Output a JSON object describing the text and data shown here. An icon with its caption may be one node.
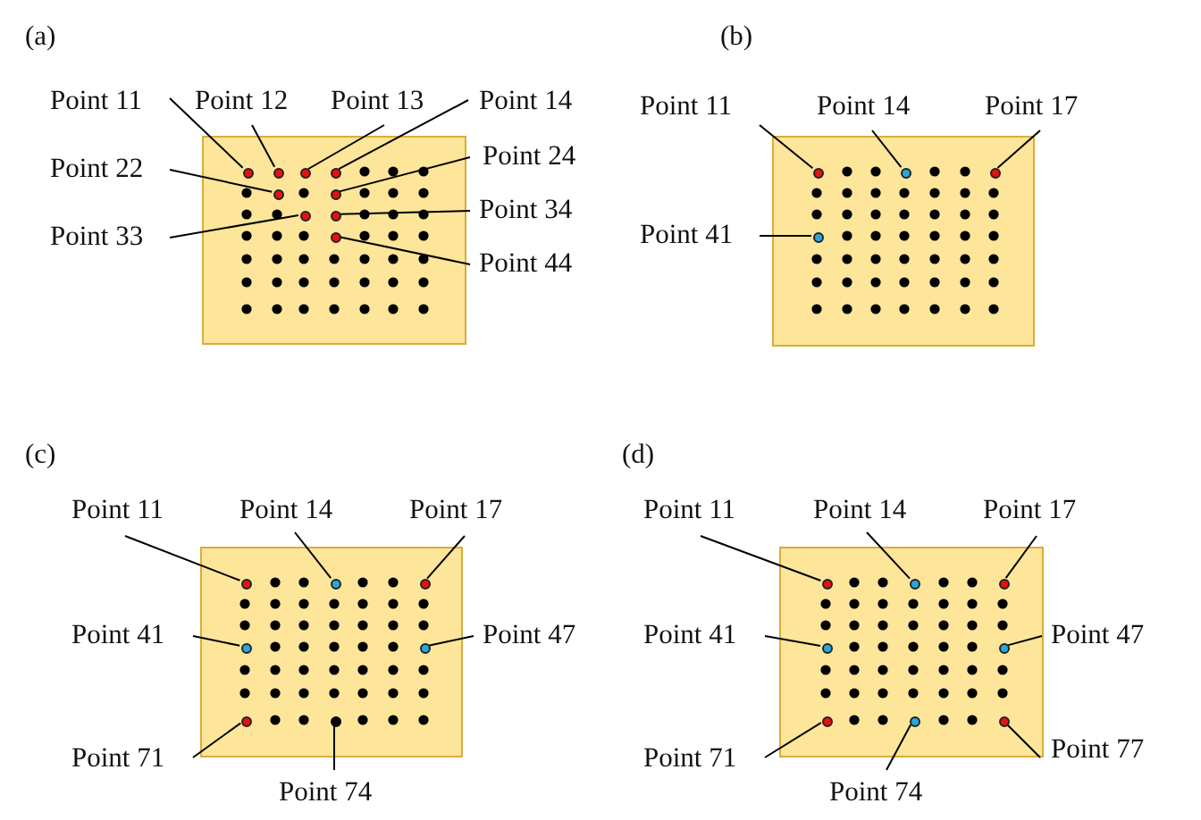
{
  "diagram": {
    "nodes": [
      {
        "text": [],
        "shape": "box"
      },
      {
        "text": [],
        "shape": "circle",
        "in": 0
      },
      {
        "text": [],
        "shape": "circle",
        "in": 0
      },
      {
        "text": [],
        "shape": "circle",
        "in": 0
      },
      {
        "text": [],
        "shape": "circle",
        "in": 0
      },
      {
        "text": [],
        "shape": "circle",
        "in": 0
      },
      {
        "text": [],
        "shape": "circle",
        "in": 0
      },
      {
        "text": [],
        "shape": "circle",
        "in": 0
      },
      {
        "text": [],
        "shape": "circle",
        "in": 0
      },
      {
        "text": [],
        "shape": "circle",
        "in": 0
      },
      {
        "text": [
          "Point 11"
        ]
      },
      {
        "text": [
          "Point 12"
        ]
      },
      {
        "text": [
          "Point 13"
        ]
      },
      {
        "text": [
          "Point 14"
        ]
      },
      {
        "text": [
          "Point 22"
        ]
      },
      {
        "text": [
          "Point 24"
        ]
      },
      {
        "text": [
          "Point 33"
        ]
      },
      {
        "text": [
          "Point 34"
        ]
      },
      {
        "text": [
          "Point 44"
        ]
      },
      {
        "text": [],
        "shape": "box"
      },
      {
        "text": [],
        "shape": "circle",
        "in": 19
      },
      {
        "text": [],
        "shape": "circle",
        "in": 19
      },
      {
        "text": [],
        "shape": "circle",
        "in": 19
      },
      {
        "text": [],
        "shape": "circle",
        "in": 19
      },
      {
        "text": [
          "Point 11"
        ]
      },
      {
        "text": [
          "Point 14"
        ]
      },
      {
        "text": [
          "Point 17"
        ]
      },
      {
        "text": [
          "Point 41"
        ]
      },
      {
        "text": [],
        "shape": "box"
      },
      {
        "text": [],
        "shape": "circle",
        "in": 28
      },
      {
        "text": [],
        "shape": "circle",
        "in": 28
      },
      {
        "text": [],
        "shape": "circle",
        "in": 28
      },
      {
        "text": [],
        "shape": "circle",
        "in": 28
      },
      {
        "text": [],
        "shape": "circle",
        "in": 28
      },
      {
        "text": [],
        "shape": "circle",
        "in": 28
      },
      {
        "text": [],
        "shape": "circle",
        "in": 28
      },
      {
        "text": [
          "Point 11"
        ]
      },
      {
        "text": [
          "Point 14"
        ]
      },
      {
        "text": [
          "Point 17"
        ]
      },
      {
        "text": [
          "Point 41"
        ]
      },
      {
        "text": [
          "Point 47"
        ]
      },
      {
        "text": [
          "Point 71"
        ]
      },
      {
        "text": [
          "Point 74"
        ]
      },
      {
        "text": [],
        "shape": "box"
      },
      {
        "text": [],
        "shape": "circle",
        "in": 43
      },
      {
        "text": [],
        "shape": "circle",
        "in": 43
      },
      {
        "text": [],
        "shape": "circle",
        "in": 43
      },
      {
        "text": [],
        "shape": "circle",
        "in": 43
      },
      {
        "text": [],
        "shape": "circle",
        "in": 43
      },
      {
        "text": [],
        "shape": "circle",
        "in": 43
      },
      {
        "text": [],
        "shape": "circle",
        "in": 43
      },
      {
        "text": [],
        "shape": "circle",
        "in": 43
      },
      {
        "text": [
          "Point 11"
        ]
      },
      {
        "text": [
          "Point 14"
        ]
      },
      {
        "text": [
          "Point 17"
        ]
      },
      {
        "text": [
          "Point 41"
        ]
      },
      {
        "text": [
          "Point 47"
        ]
      },
      {
        "text": [
          "Point 71"
        ]
      },
      {
        "text": [
          "Point 74"
        ]
      },
      {
        "text": [
          "Point 77"
        ]
      }
    ],
    "edges": [
      {
        "from": 10,
        "to": 1,
        "arrow": "none"
      },
      {
        "from": 11,
        "to": 2,
        "arrow": "none"
      },
      {
        "from": 12,
        "to": 3,
        "arrow": "none"
      },
      {
        "from": 13,
        "to": 4,
        "arrow": "none"
      },
      {
        "from": 14,
        "to": 5,
        "arrow": "none"
      },
      {
        "from": 15,
        "to": 6,
        "arrow": "none"
      },
      {
        "from": 16,
        "to": 7,
        "arrow": "none"
      },
      {
        "from": 17,
        "to": 8,
        "arrow": "none"
      },
      {
        "from": 18,
        "to": 9,
        "arrow": "none"
      },
      {
        "from": 24,
        "to": 20,
        "arrow": "none"
      },
      {
        "from": 25,
        "to": 21,
        "arrow": "none"
      },
      {
        "from": 26,
        "to": 22,
        "arrow": "none"
      },
      {
        "from": 27,
        "to": 23,
        "arrow": "none"
      },
      {
        "from": 36,
        "to": 29,
        "arrow": "none"
      },
      {
        "from": 37,
        "to": 30,
        "arrow": "none"
      },
      {
        "from": 38,
        "to": 31,
        "arrow": "none"
      },
      {
        "from": 39,
        "to": 32,
        "arrow": "none"
      },
      {
        "from": 40,
        "to": 33,
        "arrow": "none"
      },
      {
        "from": 41,
        "to": 34,
        "arrow": "none"
      },
      {
        "from": 42,
        "to": 35,
        "arrow": "none"
      },
      {
        "from": 52,
        "to": 44,
        "arrow": "none"
      },
      {
        "from": 53,
        "to": 45,
        "arrow": "none"
      },
      {
        "from": 54,
        "to": 46,
        "arrow": "none"
      },
      {
        "from": 55,
        "to": 47,
        "arrow": "none"
      },
      {
        "from": 56,
        "to": 48,
        "arrow": "none"
      },
      {
        "from": 57,
        "to": 49,
        "arrow": "none"
      },
      {
        "from": 58,
        "to": 50,
        "arrow": "none"
      },
      {
        "from": 59,
        "to": 51,
        "arrow": "none"
      }
    ],
    "labels": [
      "(a)",
      "(b)",
      "(c)",
      "(d)"
    ]
  }
}
